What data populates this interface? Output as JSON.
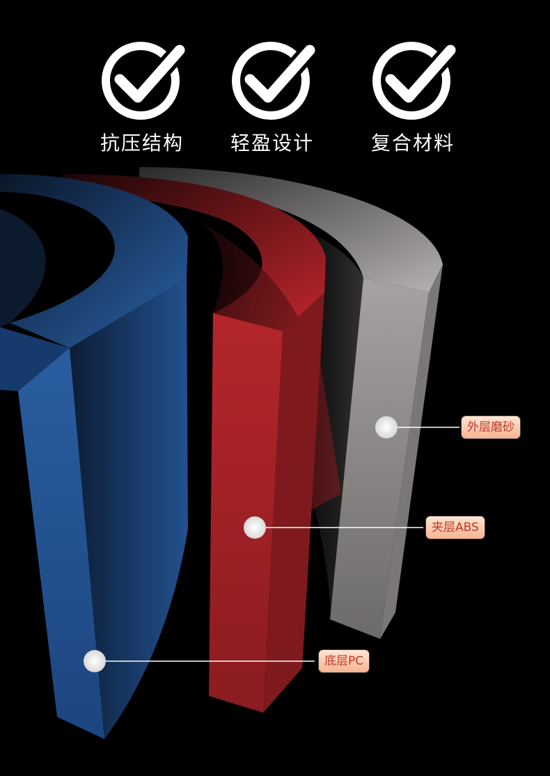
{
  "features": [
    {
      "label": "抗压结构",
      "icon": "check-circle-icon"
    },
    {
      "label": "轻盈设计",
      "icon": "check-circle-icon"
    },
    {
      "label": "复合材料",
      "icon": "check-circle-icon"
    }
  ],
  "layers": [
    {
      "name": "outer",
      "label": "外层磨砂",
      "color": "#8a8586"
    },
    {
      "name": "middle",
      "label": "夹层ABS",
      "color": "#a3262b"
    },
    {
      "name": "inner",
      "label": "底层PC",
      "color": "#23508f"
    }
  ],
  "colors": {
    "background": "#000000",
    "callout_text": "#c0392b",
    "callout_bg": "#fbcfb2"
  }
}
